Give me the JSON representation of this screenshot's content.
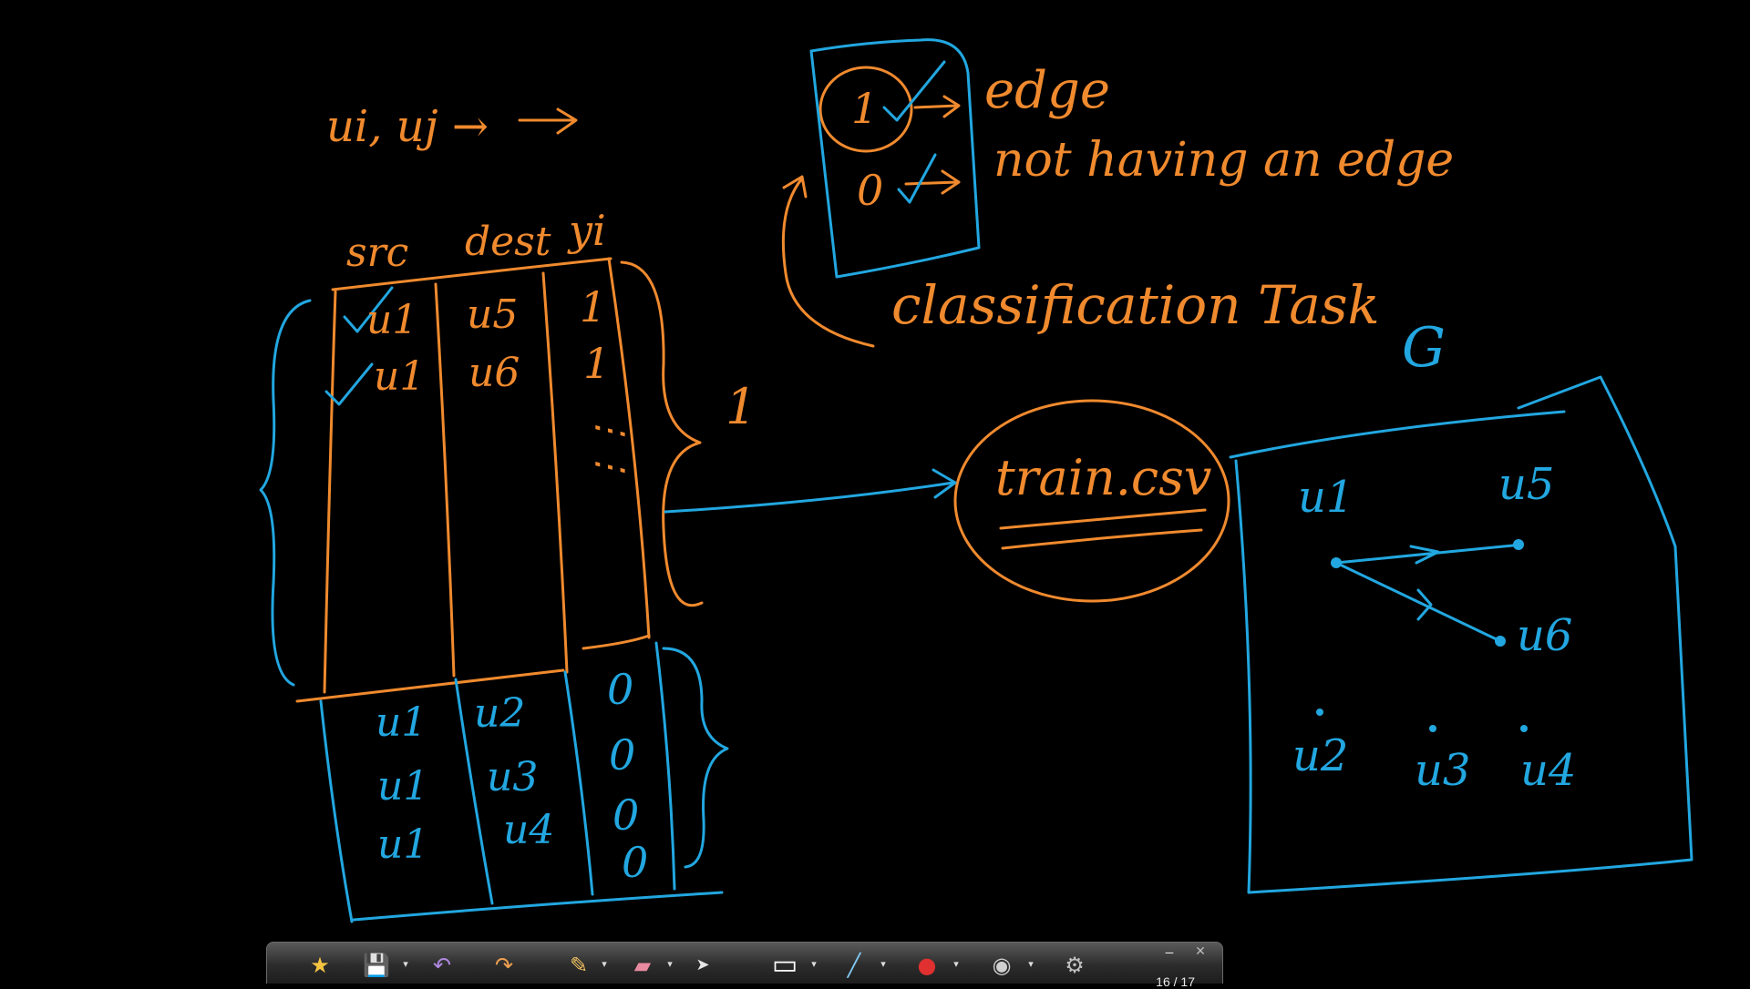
{
  "whiteboard": {
    "note_ui_uj": "ui, uj →",
    "header_src": "src",
    "header_dest": "dest",
    "header_yi": "yi",
    "pos_rows": [
      {
        "src": "u1",
        "dest": "u5",
        "yi": "1"
      },
      {
        "src": "u1",
        "dest": "u6",
        "yi": "1"
      }
    ],
    "neg_rows": [
      {
        "src": "u1",
        "dest": "u2",
        "yi": "0"
      },
      {
        "src": "u1",
        "dest": "u3",
        "yi": "0"
      },
      {
        "src": "u1",
        "dest": "u4",
        "yi": "0"
      }
    ],
    "extra_zero": "0",
    "brace_label_one": "1",
    "legend_one": "1",
    "legend_zero": "0",
    "legend_edge": "edge",
    "legend_not_edge": "not having an edge",
    "classification_note": "classification Task",
    "train_file": "train.csv",
    "graph_label": "G",
    "graph_nodes": [
      "u1",
      "u5",
      "u6",
      "u2",
      "u3",
      "u4"
    ]
  },
  "toolbar": {
    "tools": [
      {
        "name": "select-star-icon",
        "glyph": "★",
        "color": "#f5c542"
      },
      {
        "name": "save-icon",
        "glyph": "💾",
        "color": "#cfd6e0"
      },
      {
        "name": "undo-arrow-icon",
        "glyph": "↶",
        "color": "#b089e0"
      },
      {
        "name": "redo-arrow-icon",
        "glyph": "↷",
        "color": "#f0a050"
      },
      {
        "name": "pencil-icon",
        "glyph": "✎",
        "color": "#f0c060"
      },
      {
        "name": "eraser-icon",
        "glyph": "▰",
        "color": "#e88aa0"
      },
      {
        "name": "pointer-icon",
        "glyph": "➤",
        "color": "#e6e6e6"
      },
      {
        "name": "blank-page-icon",
        "glyph": "▭",
        "color": "#ffffff"
      },
      {
        "name": "highlighter-icon",
        "glyph": "╱",
        "color": "#7fc6f0"
      },
      {
        "name": "record-icon",
        "glyph": "●",
        "color": "#e03030"
      },
      {
        "name": "webcam-icon",
        "glyph": "◉",
        "color": "#d0d0d0"
      },
      {
        "name": "settings-gear-icon",
        "glyph": "⚙",
        "color": "#c0c0c0"
      }
    ],
    "page_indicator": "16 / 17",
    "minimize_glyph": "‒",
    "close_glyph": "✕"
  }
}
